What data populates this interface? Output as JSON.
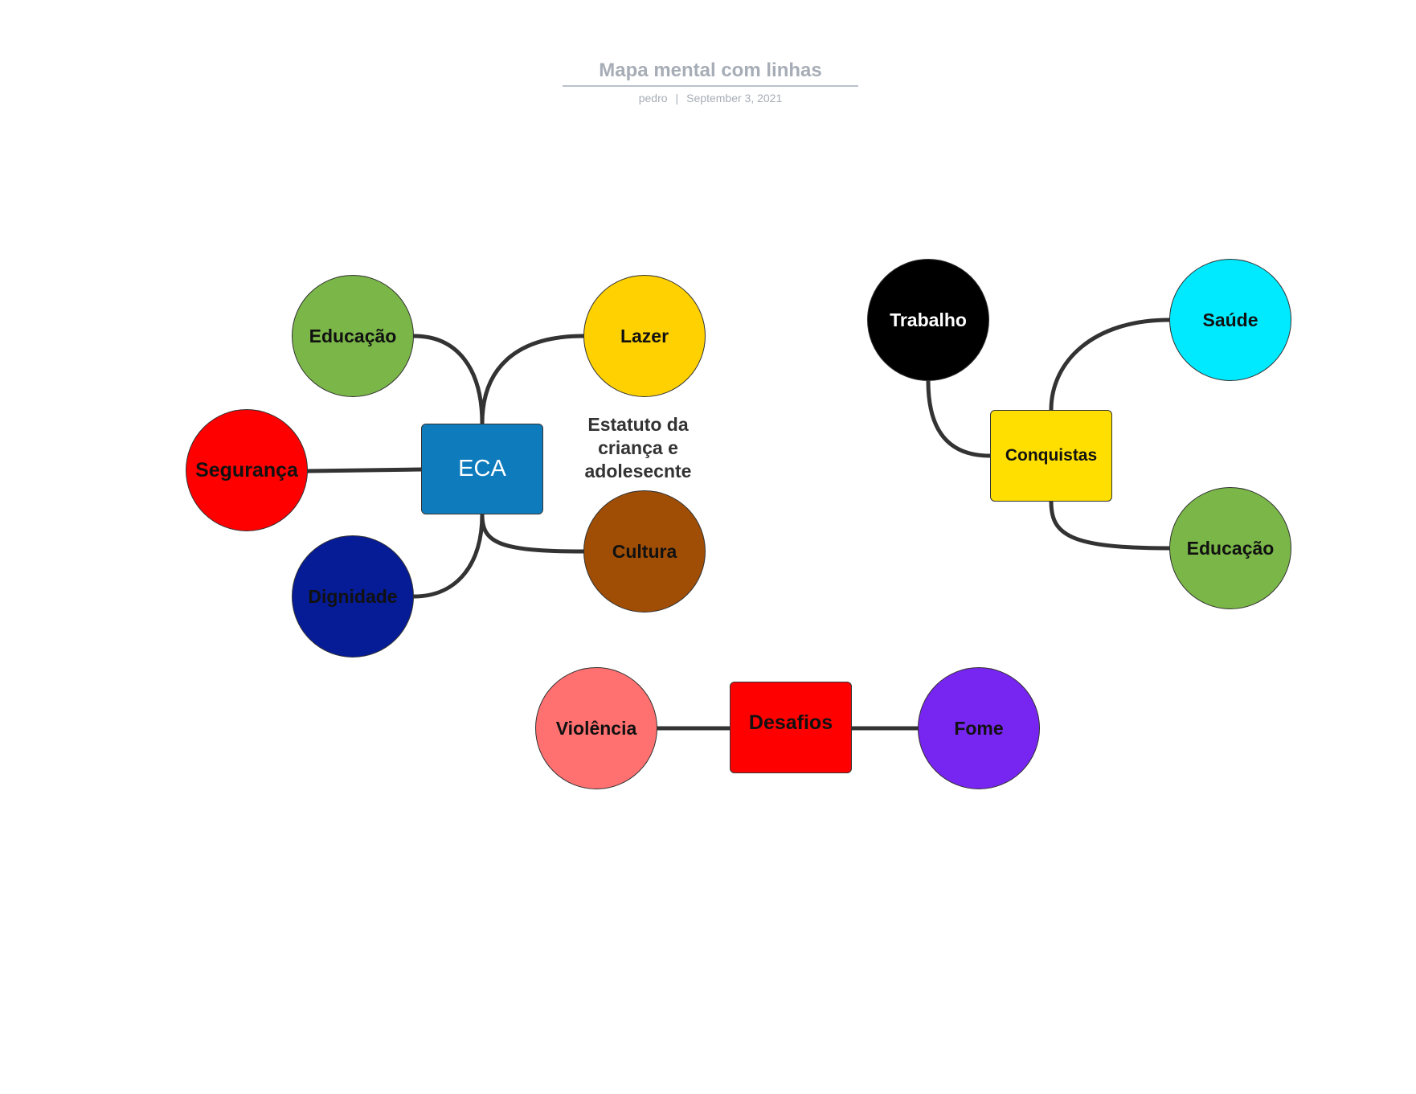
{
  "header": {
    "title": "Mapa mental com linhas",
    "author": "pedro",
    "separator": "|",
    "date": "September 3, 2021"
  },
  "colors": {
    "link": "#333333",
    "eca": "#0e7bbd",
    "educacao": "#7ab648",
    "lazer": "#ffd100",
    "seguranca": "#ff0000",
    "dignidade": "#061b96",
    "cultura": "#a04e05",
    "trabalho": "#000000",
    "saude": "#00eaff",
    "conquistas": "#ffdf00",
    "violencia": "#ff7070",
    "desafios": "#ff0000",
    "fome": "#7725f0"
  },
  "diagram": {
    "eca": {
      "center": "ECA",
      "note": "Estatuto da criança e adolesecnte",
      "branches": {
        "educacao": "Educação",
        "lazer": "Lazer",
        "seguranca": "Segurança",
        "dignidade": "Dignidade",
        "cultura": "Cultura"
      }
    },
    "conquistas": {
      "center": "Conquistas",
      "branches": {
        "trabalho": "Trabalho",
        "saude": "Saúde",
        "educacao": "Educação"
      }
    },
    "desafios": {
      "center": "Desafios",
      "branches": {
        "violencia": "Violência",
        "fome": "Fome"
      }
    }
  }
}
